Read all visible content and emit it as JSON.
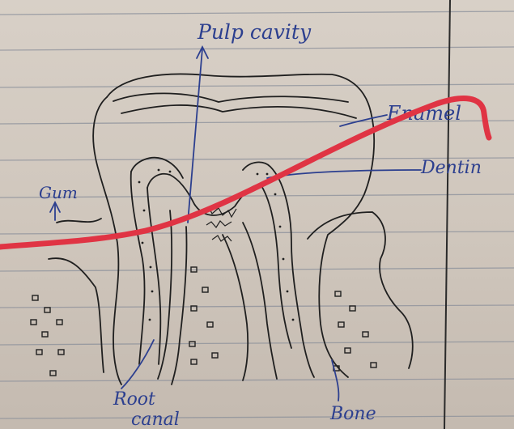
{
  "diagram": {
    "labels": {
      "pulp_cavity": "Pulp cavity",
      "enamel": "Enamel",
      "dentin": "Dentin",
      "gum": "Gum",
      "root_canal_line1": "Root",
      "root_canal_line2": "canal",
      "bone": "Bone"
    },
    "colors": {
      "paper": "#d3cbc2",
      "rule_line": "#8a8f9a",
      "pencil": "#1f1f1f",
      "ink_blue": "#2c3f8f",
      "red_stroke": "#e03444"
    }
  }
}
